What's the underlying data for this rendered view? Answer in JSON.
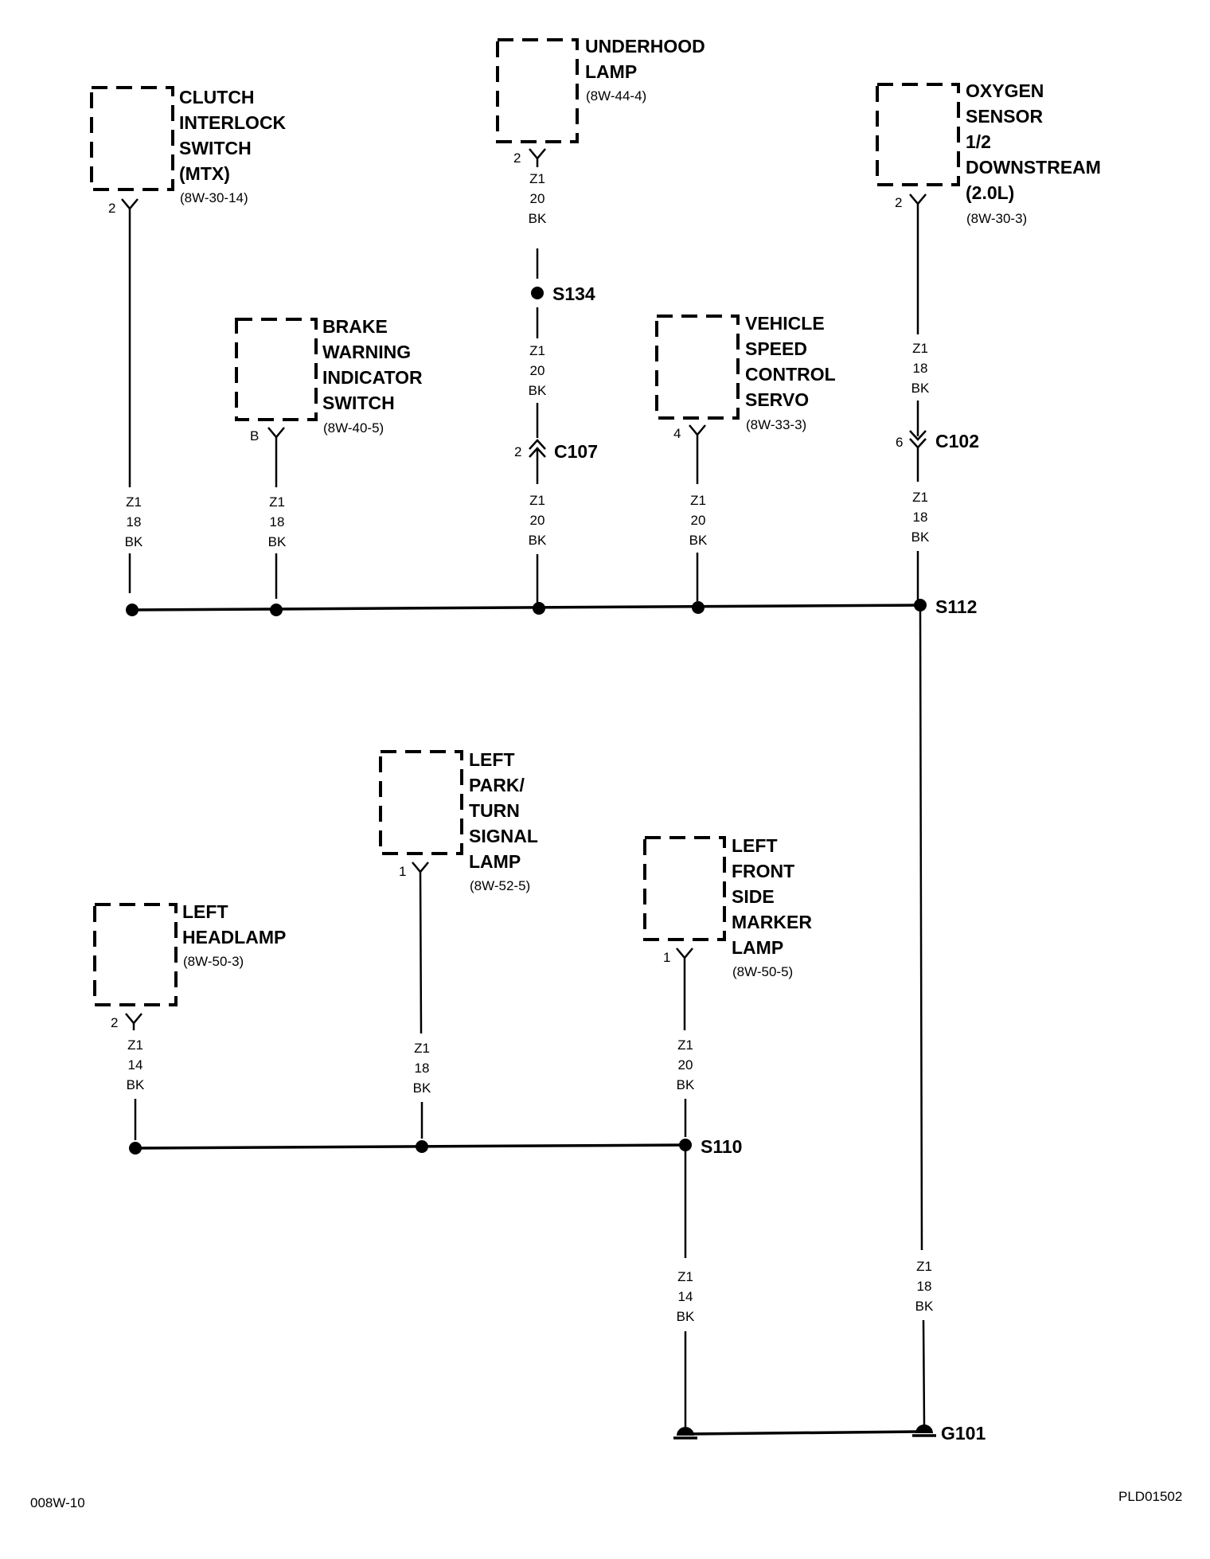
{
  "components": {
    "clutch_interlock_switch": {
      "lines": [
        "CLUTCH",
        "INTERLOCK",
        "SWITCH",
        "(MTX)"
      ],
      "ref": "(8W-30-14)",
      "pin": "2"
    },
    "underhood_lamp": {
      "lines": [
        "UNDERHOOD",
        "LAMP"
      ],
      "ref": "(8W-44-4)",
      "pin": "2"
    },
    "oxygen_sensor": {
      "lines": [
        "OXYGEN",
        "SENSOR",
        "1/2",
        "DOWNSTREAM",
        "(2.0L)"
      ],
      "ref": "(8W-30-3)",
      "pin": "2"
    },
    "brake_warning_switch": {
      "lines": [
        "BRAKE",
        "WARNING",
        "INDICATOR",
        "SWITCH"
      ],
      "ref": "(8W-40-5)",
      "pin": "B"
    },
    "speed_control_servo": {
      "lines": [
        "VEHICLE",
        "SPEED",
        "CONTROL",
        "SERVO"
      ],
      "ref": "(8W-33-3)",
      "pin": "4"
    },
    "left_park_turn_lamp": {
      "lines": [
        "LEFT",
        "PARK/",
        "TURN",
        "SIGNAL",
        "LAMP"
      ],
      "ref": "(8W-52-5)",
      "pin": "1"
    },
    "left_headlamp": {
      "lines": [
        "LEFT",
        "HEADLAMP"
      ],
      "ref": "(8W-50-3)",
      "pin": "2"
    },
    "left_side_marker_lamp": {
      "lines": [
        "LEFT",
        "FRONT",
        "SIDE",
        "MARKER",
        "LAMP"
      ],
      "ref": "(8W-50-5)",
      "pin": "1"
    }
  },
  "wires": {
    "clutch": [
      "Z1",
      "18",
      "BK"
    ],
    "underhood_upper": [
      "Z1",
      "20",
      "BK"
    ],
    "underhood_mid": [
      "Z1",
      "20",
      "BK"
    ],
    "underhood_lower": [
      "Z1",
      "20",
      "BK"
    ],
    "brake": [
      "Z1",
      "18",
      "BK"
    ],
    "servo": [
      "Z1",
      "20",
      "BK"
    ],
    "oxygen_upper": [
      "Z1",
      "18",
      "BK"
    ],
    "oxygen_lower": [
      "Z1",
      "18",
      "BK"
    ],
    "headlamp": [
      "Z1",
      "14",
      "BK"
    ],
    "park_turn": [
      "Z1",
      "18",
      "BK"
    ],
    "side_marker": [
      "Z1",
      "20",
      "BK"
    ],
    "s110_ground": [
      "Z1",
      "14",
      "BK"
    ],
    "s112_ground": [
      "Z1",
      "18",
      "BK"
    ]
  },
  "splices": {
    "s134": "S134",
    "s112": "S112",
    "s110": "S110"
  },
  "connectors": {
    "c107": {
      "label": "C107",
      "pin": "2"
    },
    "c102": {
      "label": "C102",
      "pin": "6"
    }
  },
  "ground": {
    "label": "G101"
  },
  "footer": {
    "left": "008W-10",
    "right": "PLD01502"
  }
}
